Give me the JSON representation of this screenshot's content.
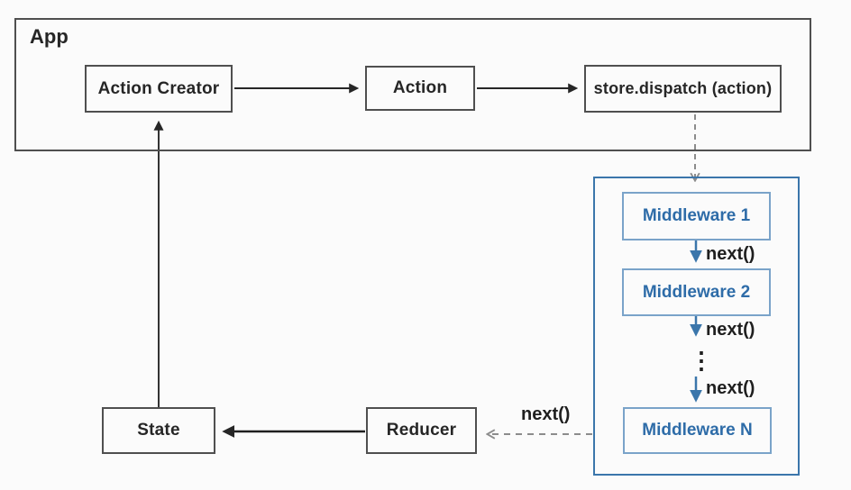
{
  "diagram": {
    "app_label": "App",
    "nodes": {
      "action_creator": "Action Creator",
      "action": "Action",
      "store_dispatch": "store.dispatch (action)",
      "middleware_1": "Middleware 1",
      "middleware_2": "Middleware 2",
      "middleware_n": "Middleware N",
      "reducer": "Reducer",
      "state": "State"
    },
    "labels": {
      "next_after_mw1": "next()",
      "next_after_mw2": "next()",
      "next_before_mwn": "next()",
      "next_to_reducer": "next()",
      "ellipsis": "⋮"
    },
    "colors": {
      "box_border": "#4f4f4f",
      "text": "#262626",
      "middleware_container_border": "#3b76ab",
      "middleware_box_border": "#7aa3c9",
      "middleware_text": "#2e6ca8",
      "arrow_black": "#262626",
      "arrow_blue": "#3b76ab",
      "arrow_dashed_gray": "#8c8c8c",
      "background": "#fbfbfb"
    }
  }
}
